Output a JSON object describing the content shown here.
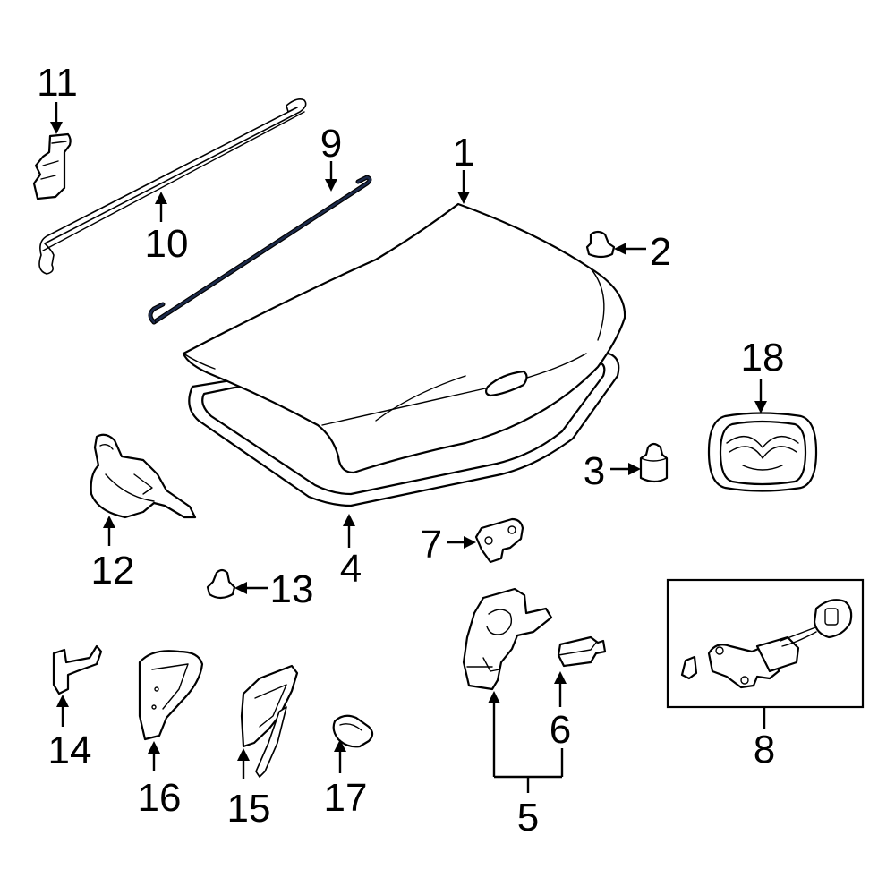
{
  "callouts": [
    {
      "id": "1",
      "text": "1"
    },
    {
      "id": "2",
      "text": "2"
    },
    {
      "id": "3",
      "text": "3"
    },
    {
      "id": "4",
      "text": "4"
    },
    {
      "id": "5",
      "text": "5"
    },
    {
      "id": "6",
      "text": "6"
    },
    {
      "id": "7",
      "text": "7"
    },
    {
      "id": "8",
      "text": "8"
    },
    {
      "id": "9",
      "text": "9"
    },
    {
      "id": "10",
      "text": "10"
    },
    {
      "id": "11",
      "text": "11"
    },
    {
      "id": "12",
      "text": "12"
    },
    {
      "id": "13",
      "text": "13"
    },
    {
      "id": "14",
      "text": "14"
    },
    {
      "id": "15",
      "text": "15"
    },
    {
      "id": "16",
      "text": "16"
    },
    {
      "id": "17",
      "text": "17"
    },
    {
      "id": "18",
      "text": "18"
    }
  ],
  "colors": {
    "line": "#000000",
    "background": "#ffffff",
    "rod_accent": "#1c2a4a"
  }
}
